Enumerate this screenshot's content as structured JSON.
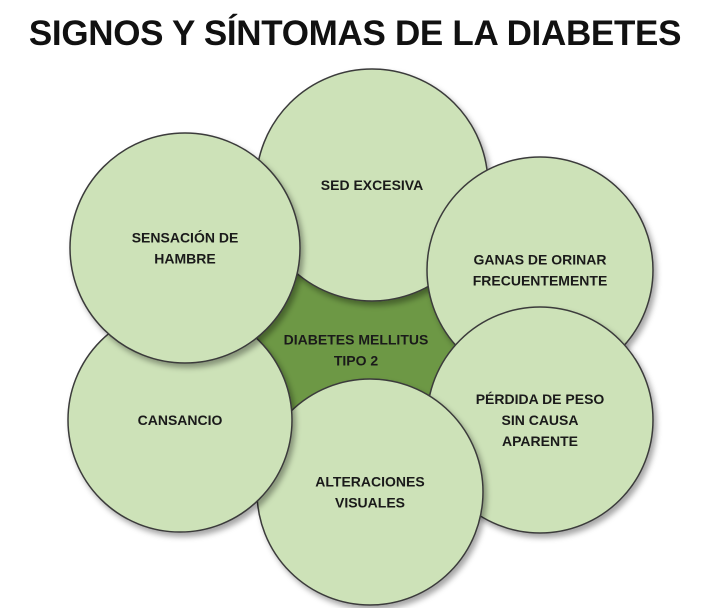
{
  "title": "SIGNOS Y SÍNTOMAS DE LA DIABETES",
  "colors": {
    "center_fill": "#6d9845",
    "circle_fill": "#cde2b8",
    "outline": "#3a3a3a",
    "text": "#1a1a1a"
  },
  "center": {
    "lines": [
      "DIABETES MELLITUS",
      "TIPO 2"
    ]
  },
  "nodes": [
    {
      "id": "sed-excesiva",
      "lines": [
        "SED EXCESIVA"
      ]
    },
    {
      "id": "ganas-de-orinar",
      "lines": [
        "GANAS DE ORINAR",
        "FRECUENTEMENTE"
      ]
    },
    {
      "id": "perdida-de-peso",
      "lines": [
        "PÉRDIDA DE PESO",
        "SIN CAUSA",
        "APARENTE"
      ]
    },
    {
      "id": "alteraciones-visuales",
      "lines": [
        "ALTERACIONES",
        "VISUALES"
      ]
    },
    {
      "id": "cansancio",
      "lines": [
        "CANSANCIO"
      ]
    },
    {
      "id": "sensacion-de-hambre",
      "lines": [
        "SENSACIÓN DE",
        "HAMBRE"
      ]
    }
  ]
}
